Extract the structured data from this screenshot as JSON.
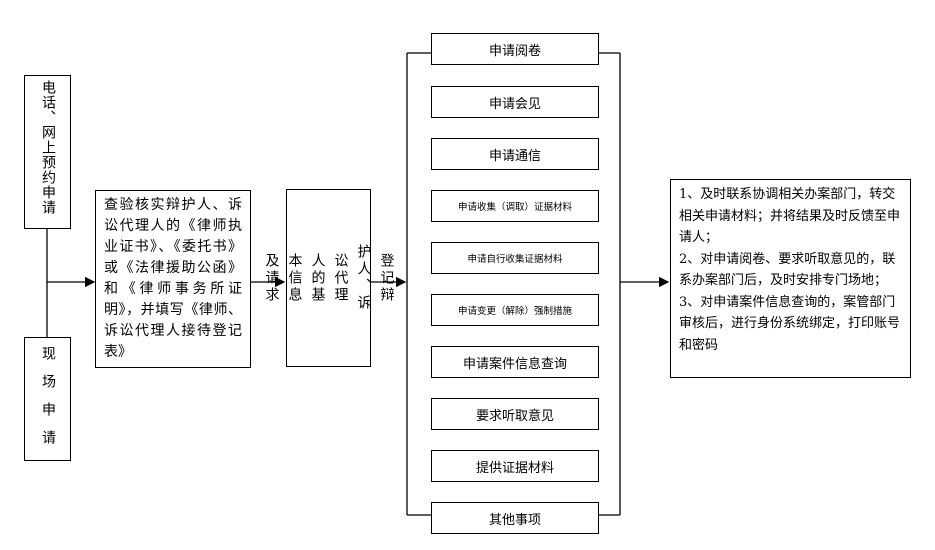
{
  "online_box": {
    "text": "电话、网上预约申请"
  },
  "onsite_box": {
    "text": "现场申请"
  },
  "verify_box": {
    "text": "查验核实辩护人、诉讼代理人的《律师执业证书》、《委托书》或《法律援助公函》和《律师事务所证明》，并填写《律师、诉讼代理人接待登记表》"
  },
  "register_box": {
    "columns": [
      "登记辩",
      "护人、诉",
      "讼代理",
      "人的基",
      "本信息",
      "及请求"
    ]
  },
  "services": [
    "申请阅卷",
    "申请会见",
    "申请通信",
    "申请收集（调取）证据材料",
    "申请自行收集证据材料",
    "申请变更（解除）强制措施",
    "申请案件信息查询",
    "要求听取意见",
    "提供证据材料",
    "其他事项"
  ],
  "result_box": {
    "lines": [
      "1、及时联系协调相关办案部门，转交相关申请材料；并将结果及时反馈至申请人；",
      "2、对申请阅卷、要求听取意见的，联系办案部门后，及时安排专门场地；",
      "3、对申请案件信息查询的，案管部门审核后，进行身份系统绑定，打印账号和密码"
    ]
  }
}
